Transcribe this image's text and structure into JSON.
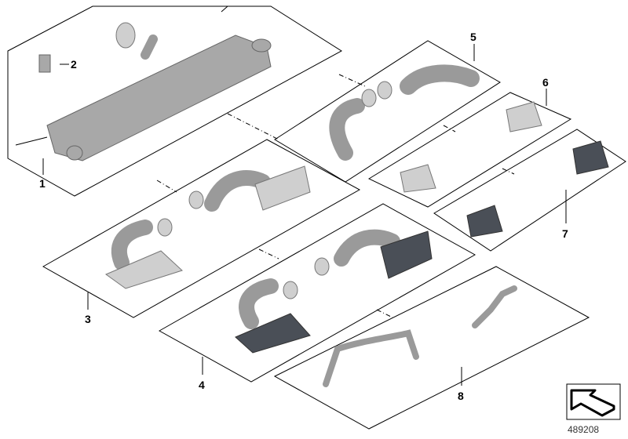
{
  "diagram": {
    "callouts": [
      "1",
      "2",
      "3",
      "4",
      "5",
      "6",
      "7",
      "8"
    ],
    "document_number": "489208",
    "icon": "orientation-arrow-icon",
    "colors": {
      "line": "#000000",
      "part_gray": "#a8a8a8",
      "part_dark": "#4a4f57"
    }
  }
}
